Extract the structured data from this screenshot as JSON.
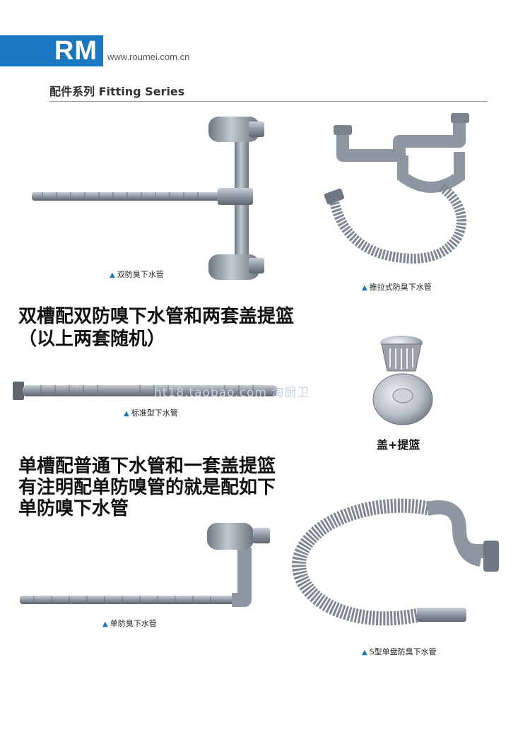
{
  "header": {
    "brand": "RM",
    "url": "www.roumei.com.cn",
    "series_title": "配件系列 Fitting Series"
  },
  "products": {
    "double_trap": "双防臭下水管",
    "pull_type": "推拉式防臭下水管",
    "standard": "标准型下水管",
    "single_trap": "单防臭下水管",
    "s_type": "S型单盘防臭下水管",
    "lid_basket": "盖+提篮"
  },
  "notes": {
    "double_line1": "双槽配双防嗅下水管和两套盖提篮",
    "double_line2": "（以上两套随机）",
    "single_line1": "单槽配普通下水管和一套盖提篮",
    "single_line2": "有注明配单防嗅管的就是配如下",
    "single_line3": "单防嗅下水管"
  },
  "watermark": "ht18.taobao.com 淘厨卫",
  "colors": {
    "brand_blue": "#1a78c2",
    "pipe_grey": "#8e96a2"
  }
}
